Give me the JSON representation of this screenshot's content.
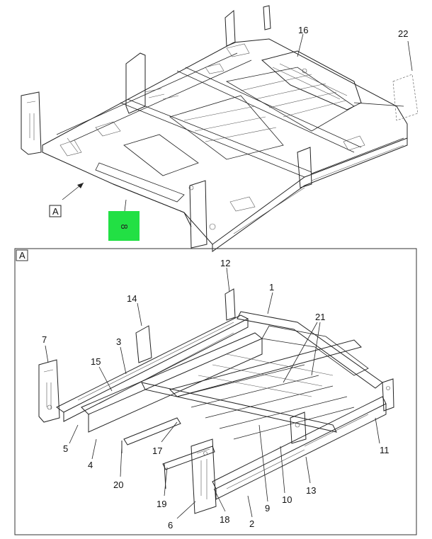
{
  "top_view": {
    "view_ref": "A",
    "callouts": [
      {
        "id": "c16",
        "label": "16"
      },
      {
        "id": "c22",
        "label": "22"
      }
    ],
    "highlight": {
      "label": "8",
      "color": "#22e044"
    }
  },
  "detail_view": {
    "ref": "A",
    "callouts": [
      {
        "id": "d12",
        "label": "12"
      },
      {
        "id": "d1",
        "label": "1"
      },
      {
        "id": "d14",
        "label": "14"
      },
      {
        "id": "d21",
        "label": "21"
      },
      {
        "id": "d7",
        "label": "7"
      },
      {
        "id": "d3",
        "label": "3"
      },
      {
        "id": "d15",
        "label": "15"
      },
      {
        "id": "d5",
        "label": "5"
      },
      {
        "id": "d4",
        "label": "4"
      },
      {
        "id": "d17",
        "label": "17"
      },
      {
        "id": "d11",
        "label": "11"
      },
      {
        "id": "d20",
        "label": "20"
      },
      {
        "id": "d13",
        "label": "13"
      },
      {
        "id": "d19",
        "label": "19"
      },
      {
        "id": "d9",
        "label": "9"
      },
      {
        "id": "d10",
        "label": "10"
      },
      {
        "id": "d6",
        "label": "6"
      },
      {
        "id": "d18",
        "label": "18"
      },
      {
        "id": "d2",
        "label": "2"
      }
    ]
  },
  "colors": {
    "line": "#222222",
    "highlight": "#22e044",
    "border": "#333333"
  }
}
